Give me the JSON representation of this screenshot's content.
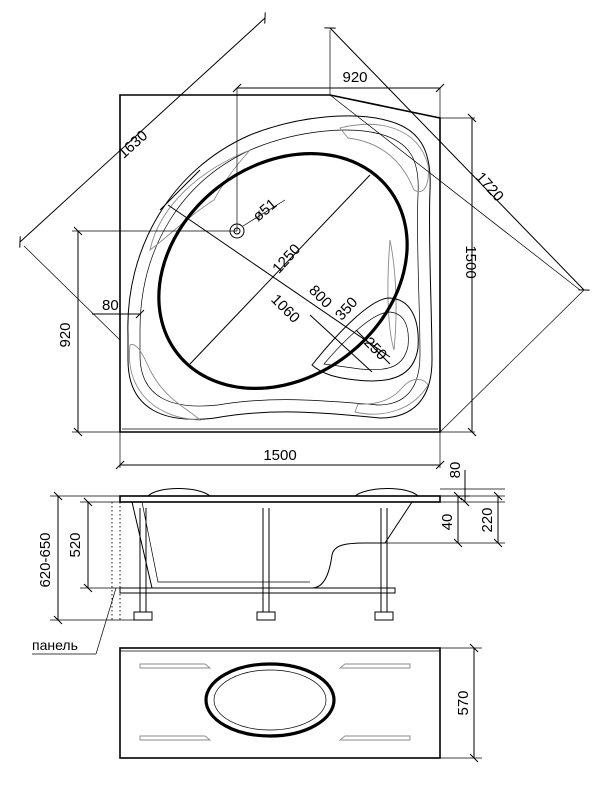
{
  "top_view": {
    "dims": {
      "side_1630": "1630",
      "side_1720": "1720",
      "top_920": "920",
      "right_1500": "1500",
      "left_920": "920",
      "bottom_1500": "1500",
      "inner_80": "80",
      "diag_1250": "1250",
      "diag_800": "800",
      "diag_1060": "1060",
      "diag_350": "350",
      "diag_250": "250",
      "drain": "ø51"
    }
  },
  "front_view": {
    "dims": {
      "height_range": "620-650",
      "height_520": "520",
      "rim_80": "80",
      "rim_40": "40",
      "rim_220": "220"
    },
    "panel_label": "панель"
  },
  "panel_view": {
    "dims": {
      "height_570": "570"
    }
  }
}
